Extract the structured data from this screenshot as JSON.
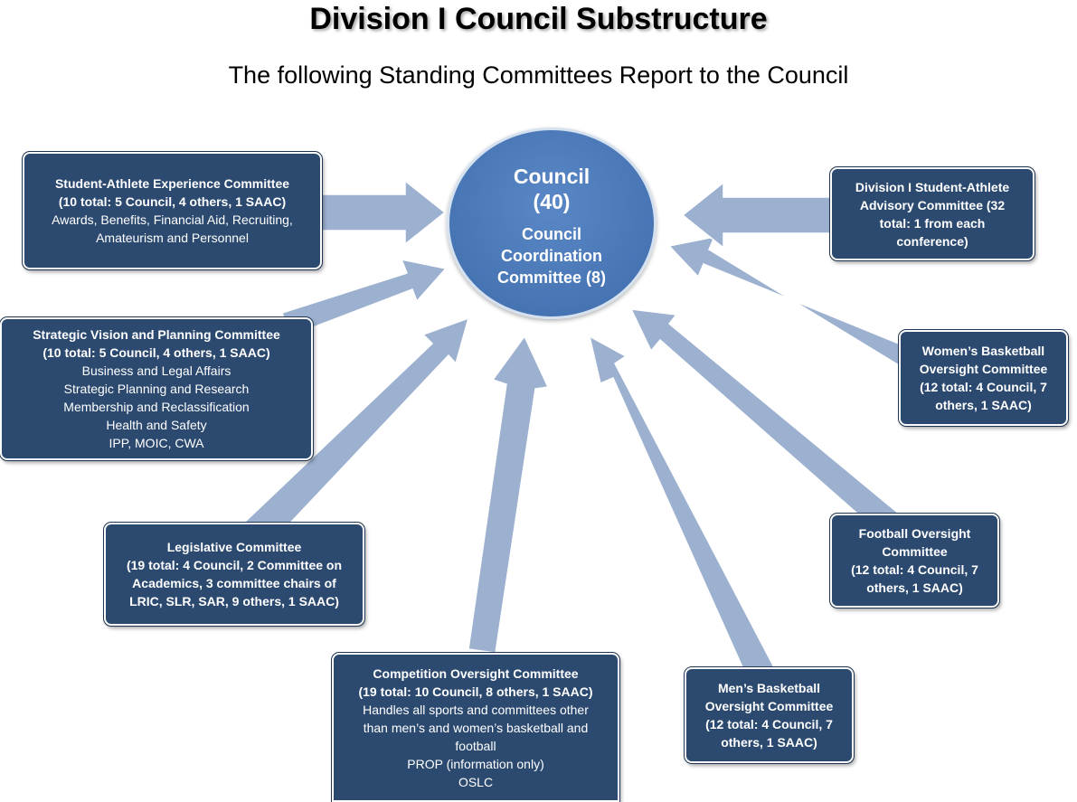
{
  "title": "Division I Council Substructure",
  "subtitle": "The following Standing Committees Report to the Council",
  "colors": {
    "box": "#2c4a70",
    "circle": "#4775b4",
    "arrow": "#9cb0cf",
    "text": "#ffffff"
  },
  "center": {
    "name": "Council",
    "count": "(40)",
    "sub_line1": "Council",
    "sub_line2": "Coordination",
    "sub_line3": "Committee (8)"
  },
  "committees": {
    "sae": {
      "l1": "Student-Athlete Experience Committee",
      "l2": "(10 total: 5 Council, 4 others, 1 SAAC)",
      "l3": "Awards, Benefits, Financial Aid, Recruiting,",
      "l4": "Amateurism and Personnel"
    },
    "svp": {
      "l1": "Strategic Vision and Planning Committee",
      "l2": "(10 total: 5 Council, 4 others, 1 SAAC)",
      "l3": "Business and Legal Affairs",
      "l4": "Strategic Planning and Research",
      "l5": "Membership and Reclassification",
      "l6": "Health and Safety",
      "l7": "IPP, MOIC, CWA"
    },
    "leg": {
      "l1": "Legislative Committee",
      "l2": "(19 total: 4 Council, 2 Committee on",
      "l3": "Academics, 3 committee chairs of",
      "l4": "LRIC, SLR, SAR, 9 others, 1 SAAC)"
    },
    "comp": {
      "l1": "Competition Oversight Committee",
      "l2": "(19 total: 10 Council, 8 others, 1 SAAC)",
      "l3": "Handles all sports and committees other",
      "l4": "than men’s and women’s basketball and",
      "l5": "football",
      "l6": "PROP (information only)",
      "l7": "OSLC"
    },
    "mbb": {
      "l1": "Men’s Basketball",
      "l2": "Oversight Committee",
      "l3": "(12 total: 4 Council, 7",
      "l4": "others, 1 SAAC)"
    },
    "fb": {
      "l1": "Football Oversight",
      "l2": "Committee",
      "l3": "(12 total: 4 Council, 7",
      "l4": "others, 1 SAAC)"
    },
    "wbb": {
      "l1": "Women’s Basketball",
      "l2": "Oversight Committee",
      "l3": "(12 total: 4 Council, 7",
      "l4": "others, 1 SAAC)"
    },
    "saac": {
      "l1": "Division I Student-Athlete",
      "l2": "Advisory Committee (32",
      "l3": "total:  1 from each",
      "l4": "conference)"
    }
  }
}
